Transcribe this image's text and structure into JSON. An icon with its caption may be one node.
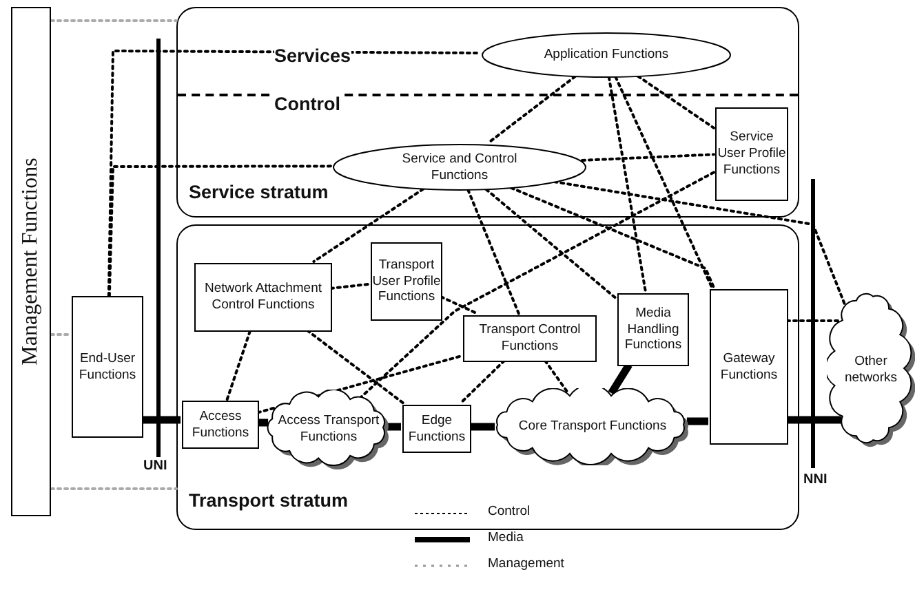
{
  "diagram": {
    "nodes": [
      {
        "text": [
          "Management Functions"
        ]
      },
      {
        "text": [
          "Services",
          "Control",
          "Service stratum"
        ]
      },
      {
        "text": [
          "Application Functions"
        ],
        "in": 1
      },
      {
        "text": [
          "Service and Control Functions"
        ],
        "in": 1
      },
      {
        "text": [
          "Service User Profile Functions"
        ],
        "in": 1
      },
      {
        "text": [
          "Transport stratum"
        ]
      },
      {
        "text": [
          "Network Attachment Control Functions"
        ],
        "in": 5
      },
      {
        "text": [
          "Transport User Profile Functions"
        ],
        "in": 5
      },
      {
        "text": [
          "Transport Control Functions"
        ],
        "in": 5
      },
      {
        "text": [
          "Media Handling Functions"
        ],
        "in": 5
      },
      {
        "text": [
          "Gateway Functions"
        ],
        "in": 5
      },
      {
        "text": [
          "End-User Functions"
        ]
      },
      {
        "text": [
          "Access Functions"
        ],
        "in": 5
      },
      {
        "text": [
          "Access Transport Functions"
        ],
        "in": 5
      },
      {
        "text": [
          "Edge Functions"
        ],
        "in": 5
      },
      {
        "text": [
          "Core Transport Functions"
        ],
        "in": 5
      },
      {
        "text": [
          "Other networks"
        ]
      }
    ],
    "edges": [
      {
        "from": 11,
        "to": 2,
        "arrow": "none",
        "style": "dashed"
      },
      {
        "from": 11,
        "to": 3,
        "arrow": "none",
        "style": "dashed"
      },
      {
        "from": 2,
        "to": 3,
        "arrow": "none",
        "style": "dashed"
      },
      {
        "from": 2,
        "to": 4,
        "arrow": "none",
        "style": "dashed"
      },
      {
        "from": 2,
        "to": 9,
        "arrow": "none",
        "style": "dashed"
      },
      {
        "from": 2,
        "to": 10,
        "arrow": "none",
        "style": "dashed"
      },
      {
        "from": 3,
        "to": 4,
        "arrow": "none",
        "style": "dashed"
      },
      {
        "from": 3,
        "to": 9,
        "arrow": "none",
        "style": "dashed"
      },
      {
        "from": 3,
        "to": 10,
        "arrow": "none",
        "style": "dashed"
      },
      {
        "from": 3,
        "to": 16,
        "arrow": "none",
        "style": "dashed"
      },
      {
        "from": 3,
        "to": 6,
        "arrow": "none",
        "style": "dashed"
      },
      {
        "from": 3,
        "to": 8,
        "arrow": "none",
        "style": "dashed"
      },
      {
        "from": 4,
        "to": 13,
        "arrow": "none",
        "style": "dashed"
      },
      {
        "from": 6,
        "to": 7,
        "arrow": "none",
        "style": "dashed"
      },
      {
        "from": 7,
        "to": 8,
        "arrow": "none",
        "style": "dashed"
      },
      {
        "from": 12,
        "to": 6,
        "arrow": "none",
        "style": "dashed"
      },
      {
        "from": 12,
        "to": 8,
        "arrow": "none",
        "style": "dashed"
      },
      {
        "from": 6,
        "to": 14,
        "arrow": "none",
        "style": "dashed"
      },
      {
        "from": 8,
        "to": 14,
        "arrow": "none",
        "style": "dashed"
      },
      {
        "from": 8,
        "to": 15,
        "arrow": "none",
        "style": "dashed"
      },
      {
        "from": 10,
        "to": 16,
        "arrow": "none",
        "style": "dashed"
      },
      {
        "from": 11,
        "to": 12,
        "arrow": "none",
        "style": "thick"
      },
      {
        "from": 12,
        "to": 13,
        "arrow": "none",
        "style": "thick"
      },
      {
        "from": 13,
        "to": 14,
        "arrow": "none",
        "style": "thick"
      },
      {
        "from": 14,
        "to": 15,
        "arrow": "none",
        "style": "thick"
      },
      {
        "from": 15,
        "to": 10,
        "arrow": "none",
        "style": "thick"
      },
      {
        "from": 10,
        "to": 16,
        "arrow": "none",
        "style": "thick"
      },
      {
        "from": 9,
        "to": 15,
        "arrow": "none",
        "style": "thick"
      },
      {
        "from": 0,
        "to": 1,
        "arrow": "none",
        "style": "dashed",
        "color": "#aaaaaa"
      },
      {
        "from": 0,
        "to": 11,
        "arrow": "none",
        "style": "dashed",
        "color": "#aaaaaa"
      },
      {
        "from": 0,
        "to": 5,
        "arrow": "none",
        "style": "dashed",
        "color": "#aaaaaa"
      }
    ],
    "labels": [
      "UNI",
      "NNI"
    ],
    "legend": [
      {
        "text": "Control"
      },
      {
        "text": "Media"
      },
      {
        "text": "Management"
      }
    ]
  }
}
